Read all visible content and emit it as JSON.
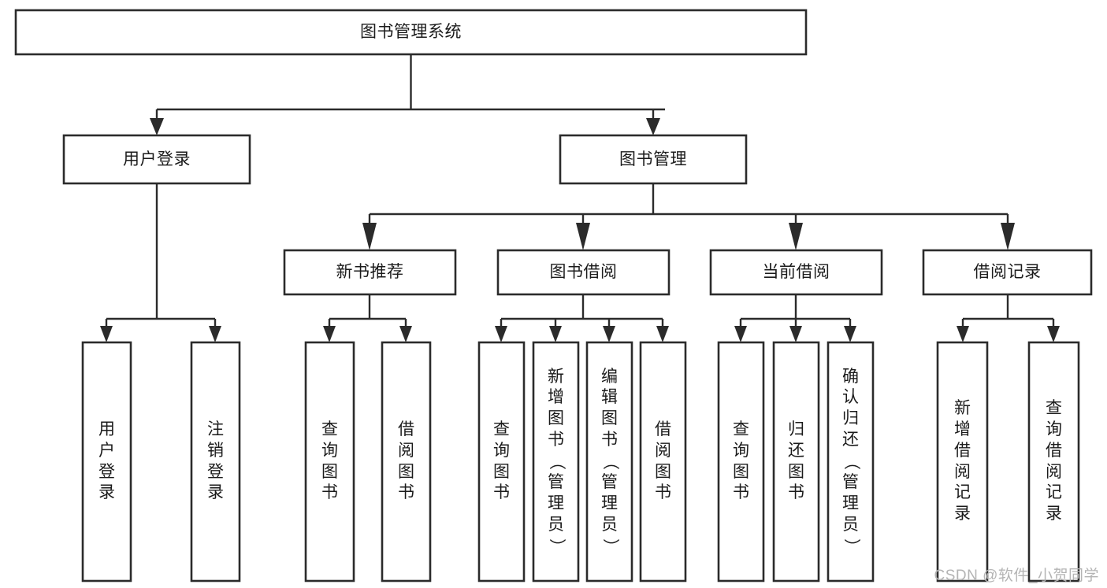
{
  "diagram": {
    "title": "图书管理系统",
    "type": "tree-hierarchy",
    "watermark": "CSDN @软件_小贺同学",
    "colors": {
      "stroke": "#2b2b2b",
      "fill": "#ffffff",
      "text": "#1b1b1b",
      "watermark": "#b4b4b4"
    },
    "root": {
      "label": "图书管理系统"
    },
    "level2": [
      {
        "label": "用户登录"
      },
      {
        "label": "图书管理"
      }
    ],
    "level3": [
      {
        "label": "新书推荐"
      },
      {
        "label": "图书借阅"
      },
      {
        "label": "当前借阅"
      },
      {
        "label": "借阅记录"
      }
    ],
    "leaves": {
      "user_login": [
        {
          "label": "用户登录"
        },
        {
          "label": "注销登录"
        }
      ],
      "new_book": [
        {
          "label": "查询图书"
        },
        {
          "label": "借阅图书"
        }
      ],
      "book_borrow": [
        {
          "label": "查询图书"
        },
        {
          "label": "新增图书（管理员）"
        },
        {
          "label": "编辑图书（管理员）"
        },
        {
          "label": "借阅图书"
        }
      ],
      "current_borrow": [
        {
          "label": "查询图书"
        },
        {
          "label": "归还图书"
        },
        {
          "label": "确认归还（管理员）"
        }
      ],
      "borrow_record": [
        {
          "label": "新增借阅记录"
        },
        {
          "label": "查询借阅记录"
        }
      ]
    }
  }
}
